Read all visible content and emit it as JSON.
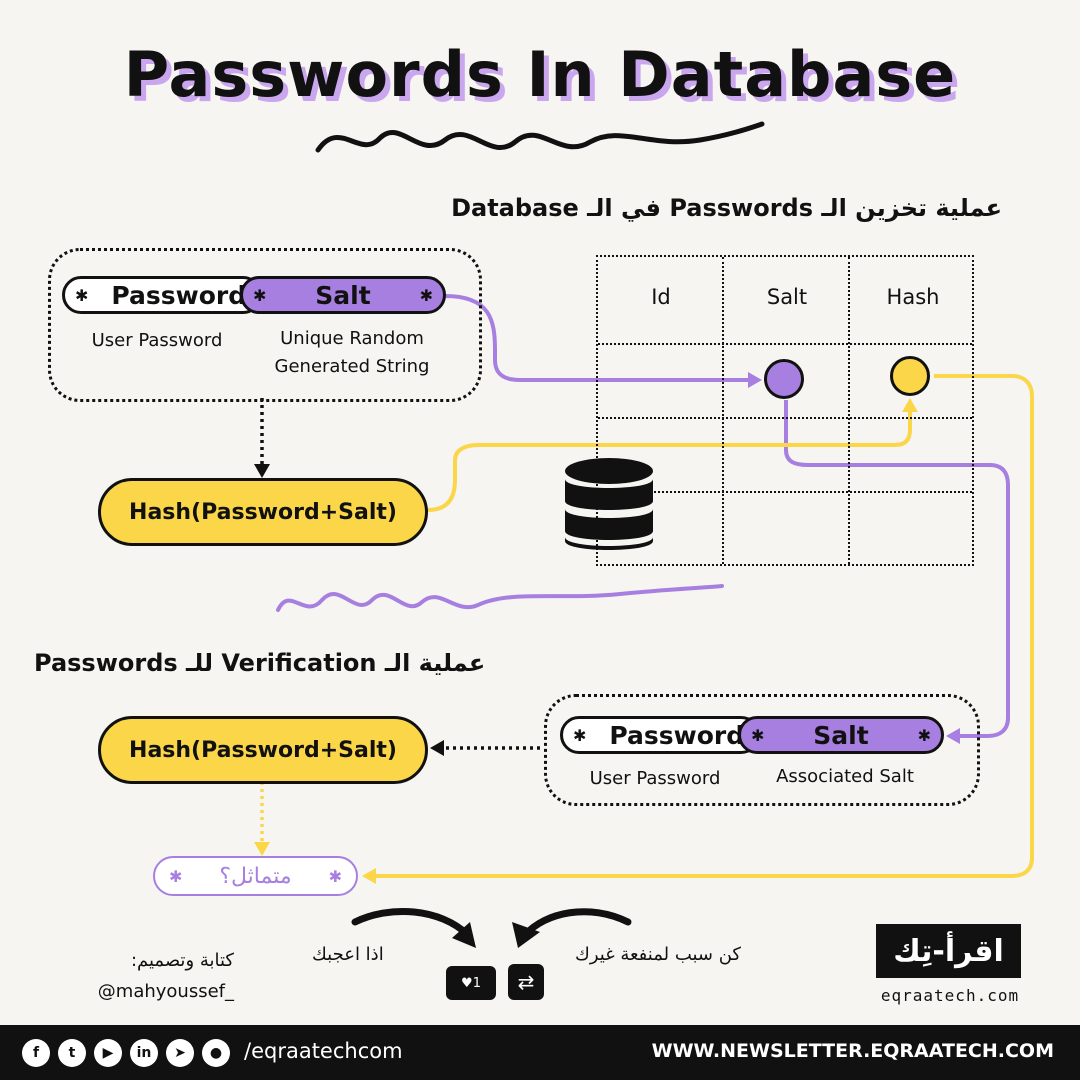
{
  "title": "Passwords In Database",
  "storage": {
    "heading": "عملية تخزين الـ Passwords في الـ Database",
    "password_label": "Password",
    "salt_label": "Salt",
    "password_caption": "User Password",
    "salt_caption_1": "Unique Random",
    "salt_caption_2": "Generated String",
    "hash_label": "Hash(Password+Salt)"
  },
  "table": {
    "headers": [
      "Id",
      "Salt",
      "Hash"
    ]
  },
  "verification": {
    "heading": "عملية الـ Verification للـ Passwords",
    "hash_label": "Hash(Password+Salt)",
    "password_label": "Password",
    "salt_label": "Salt",
    "password_caption": "User Password",
    "salt_caption": "Associated Salt",
    "similar_label": "متماثل؟"
  },
  "credits": {
    "line1": "كتابة وتصميم:",
    "line2": "@mahyoussef_"
  },
  "engagement": {
    "like_text": "اذا اعجبك",
    "share_text": "كن سبب لمنفعة غيرك",
    "like_count": "1"
  },
  "brand": {
    "logo_text": "اقرأ-تِك",
    "url": "eqraatech.com"
  },
  "footer": {
    "handle": "/eqraatechcom",
    "newsletter": "WWW.NEWSLETTER.EQRAATECH.COM"
  },
  "icons": [
    "facebook-icon",
    "twitter-icon",
    "youtube-icon",
    "linkedin-icon",
    "telegram-icon",
    "github-icon",
    "database-icon",
    "heart-icon",
    "repost-icon"
  ],
  "colors": {
    "purple": "#a77fe0",
    "yellow": "#fbd649",
    "background": "#f6f5f1",
    "dark": "#111111"
  }
}
